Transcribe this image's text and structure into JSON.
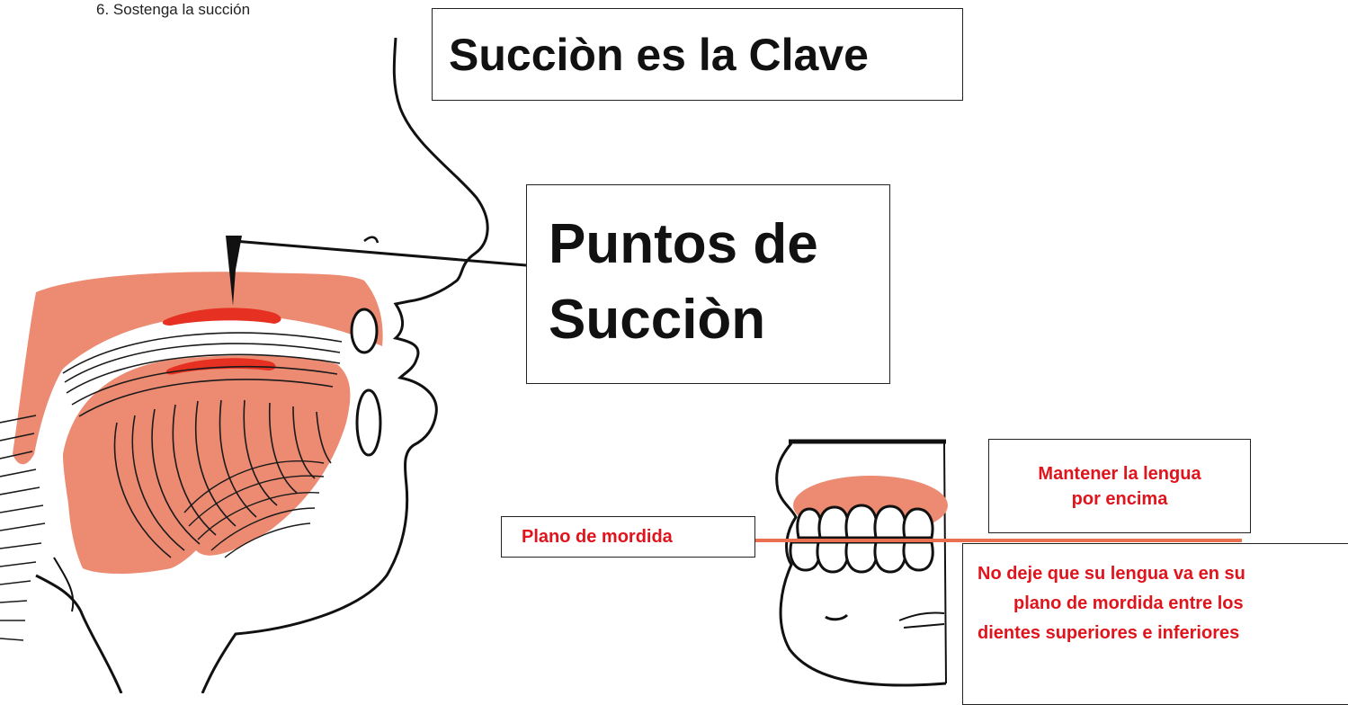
{
  "top_note": "6. Sostenga la succión",
  "title": "Succiòn es la Clave",
  "points_label": {
    "line1": "Puntos de",
    "line2": "Succiòn"
  },
  "tongue_note": {
    "line1": "Mantener la lengua",
    "line2": "por encima"
  },
  "bite_plane_label": "Plano de mordida",
  "warning": {
    "line1": "No deje que su lengua va en su",
    "line2": "plano de mordida entre los",
    "line3": "dientes superiores e inferiores"
  },
  "colors": {
    "tissue": "#ec8a72",
    "suction_point": "#e53022",
    "text_red": "#e0141c",
    "line": "#111111",
    "bite_line": "#e8704f"
  }
}
